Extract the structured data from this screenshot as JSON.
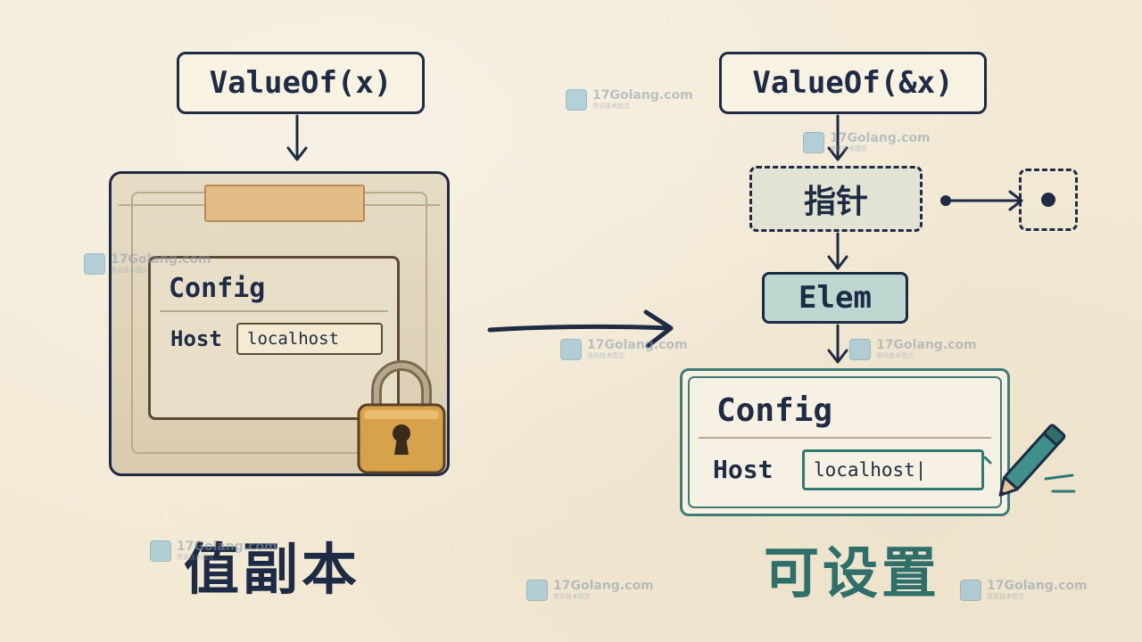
{
  "left": {
    "top_code": "ValueOf(x)",
    "card_title": "Config",
    "field_label": "Host",
    "field_value": "localhost",
    "caption": "值副本"
  },
  "right": {
    "top_code": "ValueOf(&x)",
    "pointer_label": "指针",
    "elem_label": "Elem",
    "card_title": "Config",
    "field_label": "Host",
    "field_value": "localhost|",
    "caption": "可设置"
  },
  "watermark": {
    "text": "17Golang.com",
    "sub": "资讯技术图文"
  },
  "colors": {
    "navy": "#1d2b45",
    "teal": "#2f6f69",
    "background": "#f3ead6"
  },
  "icons": [
    "lock-icon",
    "pencil-icon",
    "arrow-right-icon",
    "arrow-down-icon"
  ]
}
